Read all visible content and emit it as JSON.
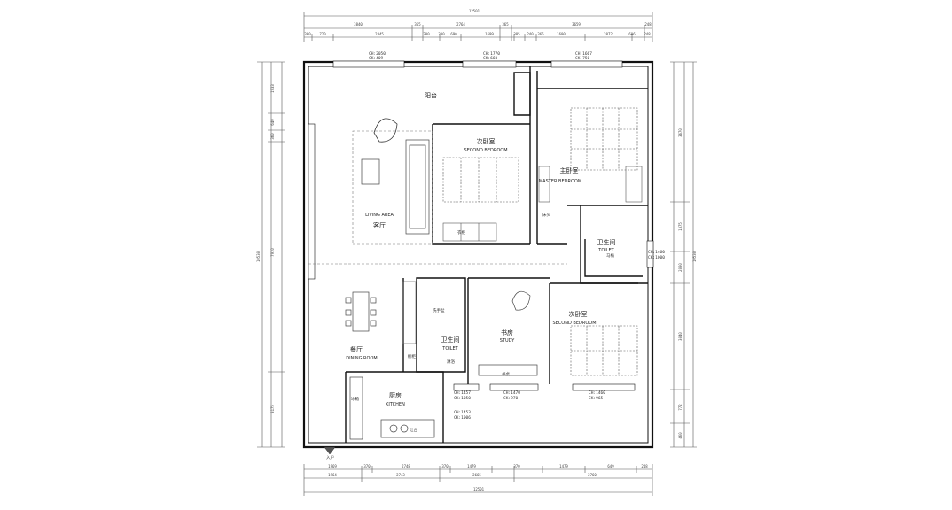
{
  "rooms": {
    "balcony": {
      "cn": "阳台"
    },
    "living": {
      "en": "LIVING AREA",
      "cn": "客厅"
    },
    "second_bedroom_top": {
      "cn": "次卧室",
      "en": "SECOND BEDROOM"
    },
    "master_bedroom": {
      "cn": "主卧室",
      "en": "MASTER BEDROOM"
    },
    "toilet_right": {
      "cn": "卫生间",
      "en": "TOILET"
    },
    "second_bedroom_bottom": {
      "cn": "次卧室",
      "en": "SECOND BEDROOM"
    },
    "study": {
      "cn": "书房",
      "en": "STUDY"
    },
    "toilet_left": {
      "cn": "卫生间",
      "en": "TOILET"
    },
    "dining": {
      "cn": "餐厅",
      "en": "DINING ROOM"
    },
    "kitchen": {
      "cn": "厨房",
      "en": "KITCHEN"
    }
  },
  "window_notes": {
    "top_1": {
      "ch": "CH:2050",
      "ck": "CK:409"
    },
    "top_2": {
      "ch": "CH:1770",
      "ck": "CK:660"
    },
    "top_3": {
      "ch": "CH:1667",
      "ck": "CK:750"
    },
    "right_1": {
      "ch": "CH:1460",
      "ck": "CK:1000"
    },
    "bottom_1": {
      "ch": "CH:1457",
      "ck": "CK:1050"
    },
    "bottom_2": {
      "ch": "CH:1470",
      "ck": "CK:970"
    },
    "bottom_3": {
      "ch": "CH:1460",
      "ck": "CK:965"
    },
    "bottom_4": {
      "ch": "CH:1453",
      "ck": "CK:1006"
    }
  },
  "dimensions": {
    "top_total": "12501",
    "top_row1": [
      "3840",
      "365",
      "2764",
      "365",
      "3659",
      "248"
    ],
    "top_row2": [
      "300",
      "720",
      "2845",
      "300",
      "300",
      "690",
      "1699",
      "385",
      "240",
      "365",
      "1600",
      "2072",
      "606",
      "248"
    ],
    "bottom_total": "12501",
    "bottom_row1": [
      "1969",
      "370",
      "2748",
      "370",
      "1479",
      "370",
      "1479",
      "649",
      "248"
    ],
    "bottom_row2": [
      "1964",
      "2743",
      "2665",
      "2760"
    ],
    "left": [
      "1933",
      "640",
      "360",
      "7910",
      "3175"
    ],
    "left_total": "10530",
    "right": [
      "3670",
      "1375",
      "2000",
      "3040",
      "772",
      "460"
    ],
    "right_total": "10530"
  },
  "furniture": {
    "bed_lamp": "床头",
    "wardrobe": "衣柜",
    "cabinet": "橱柜",
    "basin": "洗手盆",
    "toilet_seat": "马桶",
    "shower": "淋浴",
    "desk": "书桌",
    "fridge": "冰箱",
    "stove": "灶台",
    "entry_arrow": "入户"
  }
}
